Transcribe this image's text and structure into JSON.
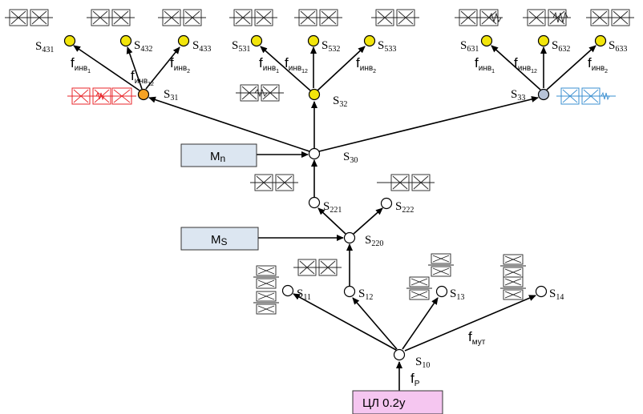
{
  "colors": {
    "node_default": "#ffffff",
    "node_yellow": "#f2e50b",
    "node_orange": "#f5a224",
    "node_gray": "#b7c3d8",
    "box_fill": "#dce6f1",
    "box_bottom_fill": "#f5c6f0",
    "device_red": "#e8262a",
    "device_blue": "#3a8fd0"
  },
  "boxes": {
    "mn": {
      "main": "M",
      "sub": "n"
    },
    "ms": {
      "main": "M",
      "sub": "S"
    },
    "base": "ЦЛ 0.2у"
  },
  "nodes": {
    "s10": {
      "main": "S",
      "sub": "10"
    },
    "s11": {
      "main": "S",
      "sub": "11"
    },
    "s12": {
      "main": "S",
      "sub": "12"
    },
    "s13": {
      "main": "S",
      "sub": "13"
    },
    "s14": {
      "main": "S",
      "sub": "14"
    },
    "s220": {
      "main": "S",
      "sub": "220"
    },
    "s221": {
      "main": "S",
      "sub": "221"
    },
    "s222": {
      "main": "S",
      "sub": "222"
    },
    "s30": {
      "main": "S",
      "sub": "30"
    },
    "s31": {
      "main": "S",
      "sub": "31"
    },
    "s32": {
      "main": "S",
      "sub": "32"
    },
    "s33": {
      "main": "S",
      "sub": "33"
    },
    "s431": {
      "main": "S",
      "sub": "431"
    },
    "s432": {
      "main": "S",
      "sub": "432"
    },
    "s433": {
      "main": "S",
      "sub": "433"
    },
    "s531": {
      "main": "S",
      "sub": "531"
    },
    "s532": {
      "main": "S",
      "sub": "532"
    },
    "s533": {
      "main": "S",
      "sub": "533"
    },
    "s631": {
      "main": "S",
      "sub": "631"
    },
    "s632": {
      "main": "S",
      "sub": "632"
    },
    "s633": {
      "main": "S",
      "sub": "633"
    }
  },
  "edge_labels": {
    "fp": {
      "main": "f",
      "sub": "P"
    },
    "fmut": {
      "main": "f",
      "sub": "мут"
    },
    "finv1": {
      "main": "f",
      "sub": "инв",
      "subsub": "1"
    },
    "finv12": {
      "main": "f",
      "sub": "инв",
      "subsub": "12"
    },
    "finv2": {
      "main": "f",
      "sub": "инв",
      "subsub": "2"
    }
  }
}
